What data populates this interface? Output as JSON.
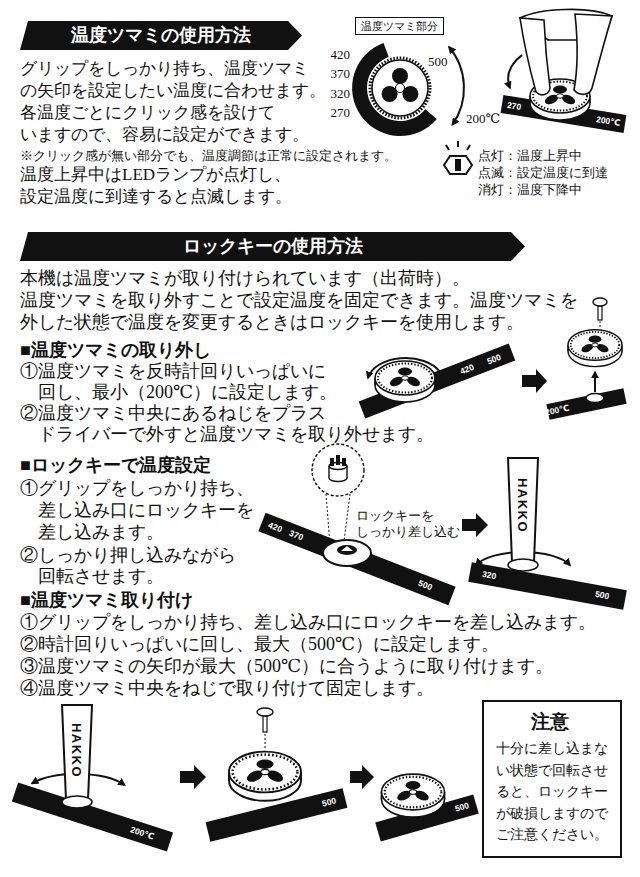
{
  "diagram": {
    "nodes": [
      {
        "text": [
          "温度ツマミの使用方法"
        ]
      },
      {
        "text": [
          "温度ツマミ部分"
        ]
      },
      {
        "text": [
          "ロックキーの使用方法"
        ]
      },
      {
        "text": [
          "注意",
          "十分に差し込まな い状態で回転させ ると、ロックキー が破損しますので ご注意ください。"
        ]
      }
    ],
    "labels": [
      "グリップをしっかり持ち、温度ツマミ の矢印を設定したい温度に合わせます。",
      "各温度ごとにクリック感を設けて いますので、容易に設定ができます。",
      "※クリック感が無い部分でも、温度調節は正常に設定されます。",
      "温度上昇中はLEDランプが点灯し、 設定温度に到達すると点滅します。",
      "420",
      "370",
      "320",
      "270",
      "500",
      "200℃",
      "点灯：温度上昇中",
      "点滅：設定温度に到達",
      "消灯：温度下降中",
      "270",
      "200℃",
      "本機は温度ツマミが取り付けられています（出荷時）。 温度ツマミを取り外すことで設定温度を固定できます。温度ツマミを 外した状態で温度を変更するときはロックキーを使用します。",
      "■温度ツマミの取り外し",
      "①温度ツマミを反時計回りいっぱいに 回し、最小（200℃）に設定します。",
      "②温度ツマミ中央にあるねじをプラス ドライバーで外すと温度ツマミを取り外せます。",
      "420",
      "500",
      "200℃",
      "■ロックキーで温度設定",
      "①グリップをしっかり持ち、 差し込み口にロックキーを 差し込みます。",
      "②しっかり押し込みながら 回転させます。",
      "ロックキーを しっかり差し込む",
      "420",
      "370",
      "500",
      "HAKKO",
      "320",
      "500",
      "■温度ツマミ取り付け",
      "①グリップをしっかり持ち、差し込み口にロックキーを差し込みます。",
      "②時計回りいっぱいに回し、最大（500℃）に設定します。",
      "③温度ツマミの矢印が最大（500℃）に合うように取り付けます。",
      "④温度ツマミ中央をねじで取り付けて固定します。",
      "HAKKO",
      "200℃",
      "500",
      "500"
    ]
  }
}
